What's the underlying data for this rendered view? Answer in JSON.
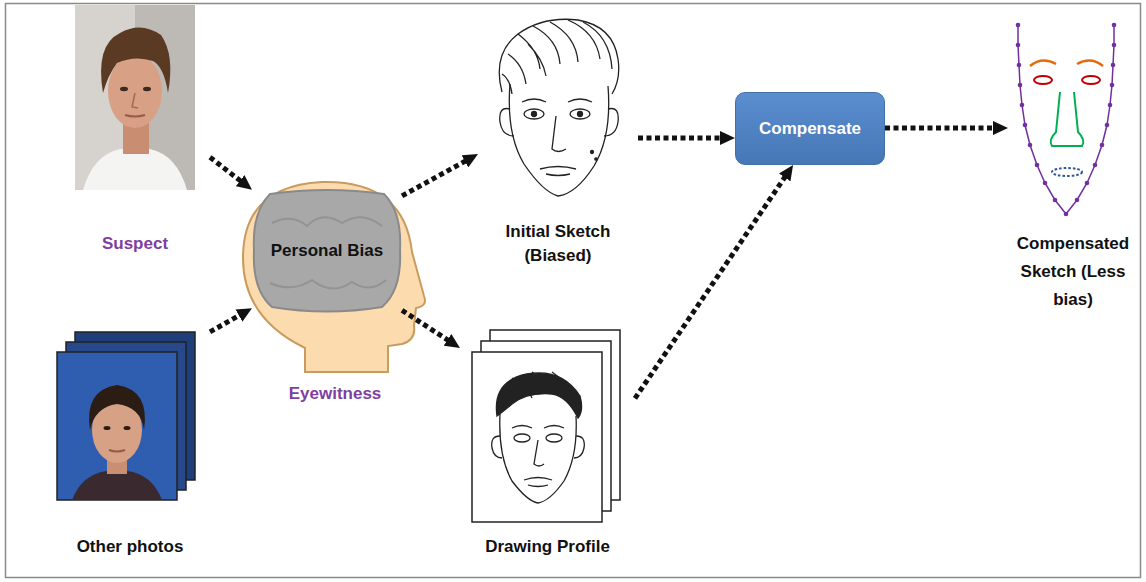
{
  "diagram": {
    "nodes": [
      {
        "text": [
          "Suspect"
        ]
      },
      {
        "text": [
          "Other photos"
        ]
      },
      {
        "text": [
          "Eyewitness"
        ]
      },
      {
        "text": [
          "Personal Bias"
        ],
        "in": 2
      },
      {
        "text": [
          "Initial Sketch (Biased)"
        ]
      },
      {
        "text": [
          "Drawing Profile"
        ]
      },
      {
        "text": [
          "Compensate"
        ]
      },
      {
        "text": [
          "Compensated Sketch (Less bias)"
        ]
      }
    ],
    "edges": [
      {
        "from": 0,
        "to": 3,
        "arrow": "to"
      },
      {
        "from": 1,
        "to": 3,
        "arrow": "to"
      },
      {
        "from": 3,
        "to": 4,
        "arrow": "to"
      },
      {
        "from": 3,
        "to": 5,
        "arrow": "to"
      },
      {
        "from": 4,
        "to": 6,
        "arrow": "to"
      },
      {
        "from": 5,
        "to": 6,
        "arrow": "to"
      },
      {
        "from": 6,
        "to": 7,
        "arrow": "to"
      }
    ]
  }
}
